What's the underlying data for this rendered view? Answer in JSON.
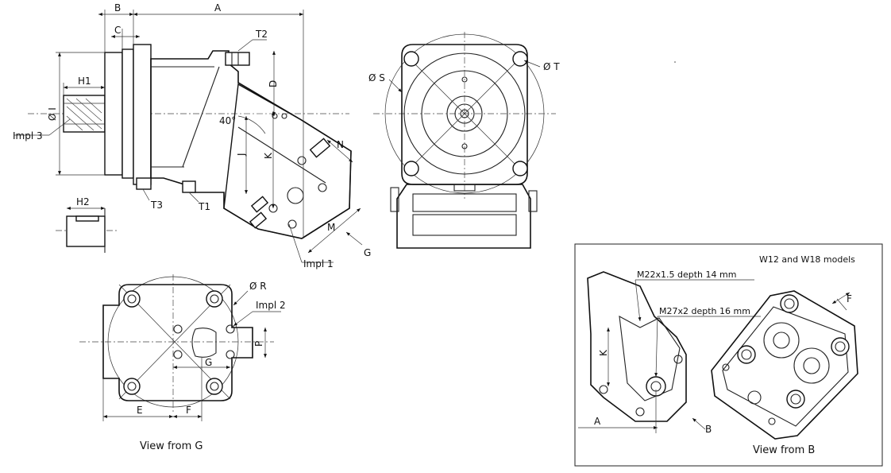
{
  "labels": {
    "dim_a": "A",
    "dim_b": "B",
    "dim_c": "C",
    "dim_d": "D",
    "dim_t2": "T2",
    "dim_h1": "H1",
    "dim_h2": "H2",
    "dim_i": "Ø I",
    "dim_j": "J",
    "dim_k": "K",
    "dim_n": "N",
    "dim_m": "M",
    "angle": "40°",
    "impl3": "Impl 3",
    "t3": "T3",
    "t1": "T1",
    "impl1": "Impl 1",
    "g_arrow": "G",
    "dia_s": "Ø S",
    "dia_t": "Ø T",
    "dia_r": "Ø R",
    "impl2": "Impl 2",
    "dim_p": "P",
    "dim_g": "G",
    "dim_e": "E",
    "dim_f": "F",
    "view_g": "View from G"
  },
  "inset": {
    "title": "W12 and W18 models",
    "thread1": "M22x1.5 depth 14 mm",
    "thread2": "M27x2 depth 16 mm",
    "dim_f": "F",
    "dim_k": "K",
    "dim_a": "A",
    "b_arrow": "B",
    "caption": "View from B"
  }
}
